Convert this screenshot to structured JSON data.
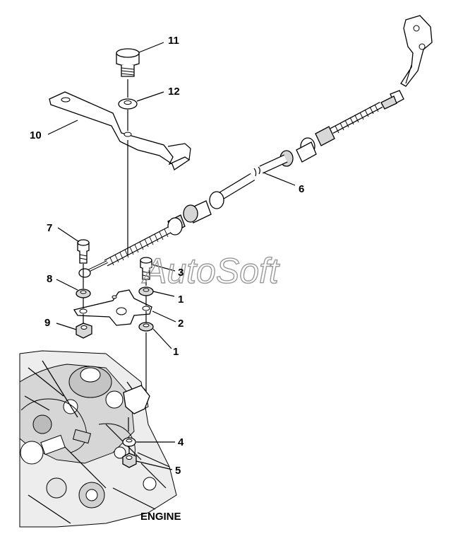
{
  "callouts": [
    {
      "id": "11",
      "label": "11"
    },
    {
      "id": "12",
      "label": "12"
    },
    {
      "id": "10",
      "label": "10"
    },
    {
      "id": "6",
      "label": "6"
    },
    {
      "id": "7",
      "label": "7"
    },
    {
      "id": "3",
      "label": "3"
    },
    {
      "id": "8",
      "label": "8"
    },
    {
      "id": "1a",
      "label": "1"
    },
    {
      "id": "2",
      "label": "2"
    },
    {
      "id": "9",
      "label": "9"
    },
    {
      "id": "1b",
      "label": "1"
    },
    {
      "id": "4",
      "label": "4"
    },
    {
      "id": "5",
      "label": "5"
    }
  ],
  "engine_label": "ENGINE",
  "watermark": "AutoSoft"
}
